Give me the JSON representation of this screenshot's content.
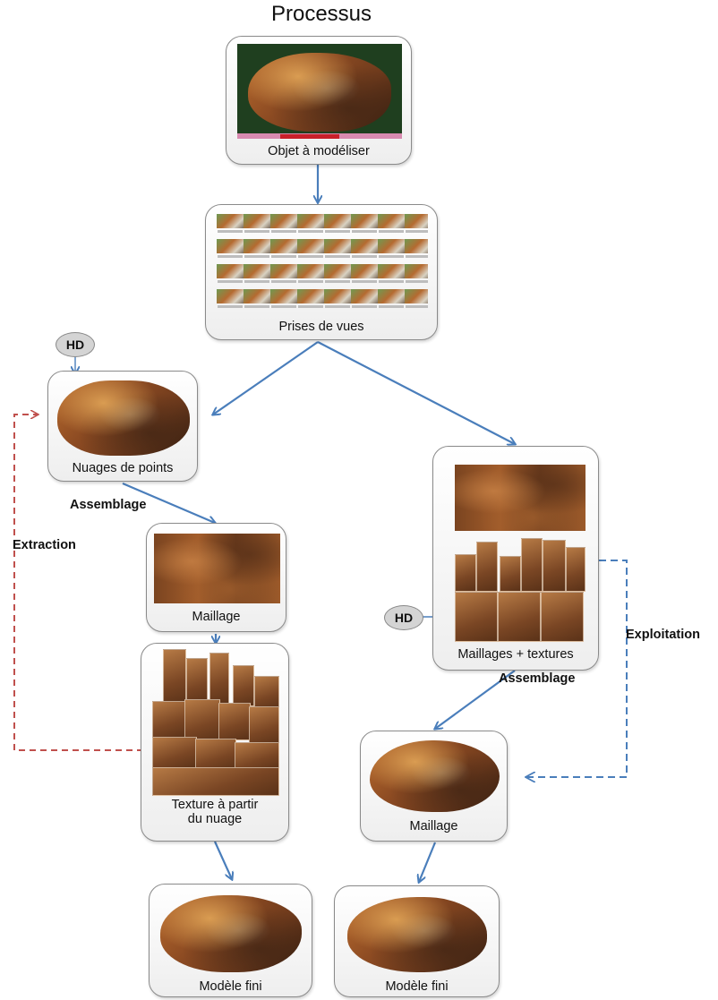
{
  "title": "Processus",
  "nodes": {
    "objet": "Objet à modéliser",
    "prises": "Prises de vues",
    "nuages": "Nuages de points",
    "maillage_left": "Maillage",
    "texture_line1": "Texture à partir",
    "texture_line2": "du nuage",
    "modele_left": "Modèle fini",
    "maillages_textures": "Maillages + textures",
    "maillage_right": "Maillage",
    "modele_right": "Modèle fini"
  },
  "edges": {
    "assemblage_left": "Assemblage",
    "assemblage_right": "Assemblage",
    "extraction": "Extraction",
    "exploitation": "Exploitation"
  },
  "badges": {
    "hd_top": "HD",
    "hd_right": "HD"
  },
  "colors": {
    "arrow": "#4a7ebb",
    "dashed_extraction": "#c0504d",
    "dashed_exploitation": "#4a7ebb"
  }
}
